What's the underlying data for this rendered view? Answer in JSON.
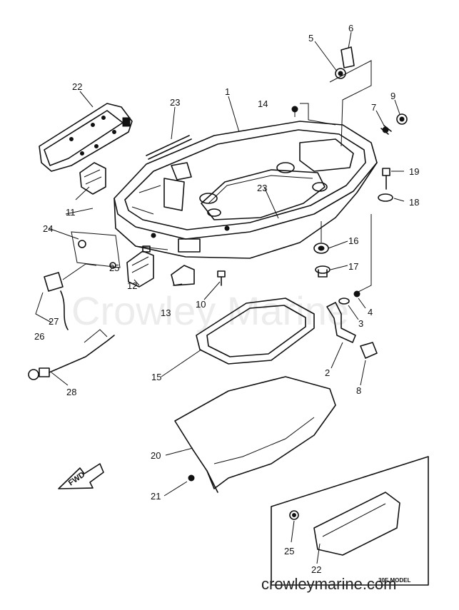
{
  "callouts": {
    "c1": "1",
    "c2": "2",
    "c3": "3",
    "c4": "4",
    "c5": "5",
    "c6": "6",
    "c7": "7",
    "c8": "8",
    "c9": "9",
    "c10": "10",
    "c11": "11",
    "c12": "12",
    "c13": "13",
    "c14": "14",
    "c15": "15",
    "c16": "16",
    "c17": "17",
    "c18": "18",
    "c19": "19",
    "c20": "20",
    "c21": "21",
    "c22": "22",
    "c22b": "22",
    "c23": "23",
    "c23b": "23",
    "c24": "24",
    "c25": "25",
    "c25b": "25",
    "c26": "26",
    "c27": "27",
    "c28": "28"
  },
  "fwd_label": "FWD",
  "inset_caption": "30E MODEL",
  "watermark": "Crowley Marine",
  "site": "crowleymarine.com"
}
